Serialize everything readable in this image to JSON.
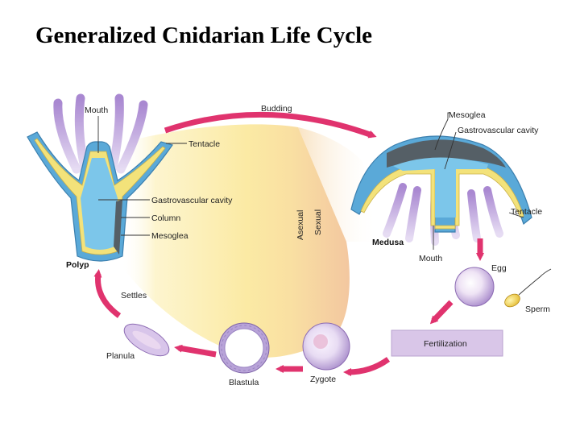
{
  "title": "Generalized Cnidarian Life Cycle",
  "colors": {
    "arrow": "#e0336e",
    "gastrodermis": "#f3e27a",
    "epidermis": "#6fb6e0",
    "cavity": "#7cc6ea",
    "mesoglea": "#555f66",
    "tentacle": "#b99ad6",
    "background_asexual": "#fbeeb0",
    "background_sexual": "#f4cda8",
    "fertilization_box": "#d9c6e8"
  },
  "labels": {
    "mouth_polyp": "Mouth",
    "tentacle_polyp": "Tentacle",
    "gastrovascular_polyp": "Gastrovascular cavity",
    "column": "Column",
    "mesoglea_polyp": "Mesoglea",
    "polyp": "Polyp",
    "budding": "Budding",
    "asexual": "Asexual",
    "sexual": "Sexual",
    "mesoglea_medusa": "Mesoglea",
    "gastrovascular_medusa": "Gastrovascular cavity",
    "tentacle_medusa": "Tentacle",
    "medusa": "Medusa",
    "mouth_medusa": "Mouth",
    "egg": "Egg",
    "sperm": "Sperm",
    "fertilization": "Fertilization",
    "zygote": "Zygote",
    "blastula": "Blastula",
    "planula": "Planula",
    "settles": "Settles"
  }
}
